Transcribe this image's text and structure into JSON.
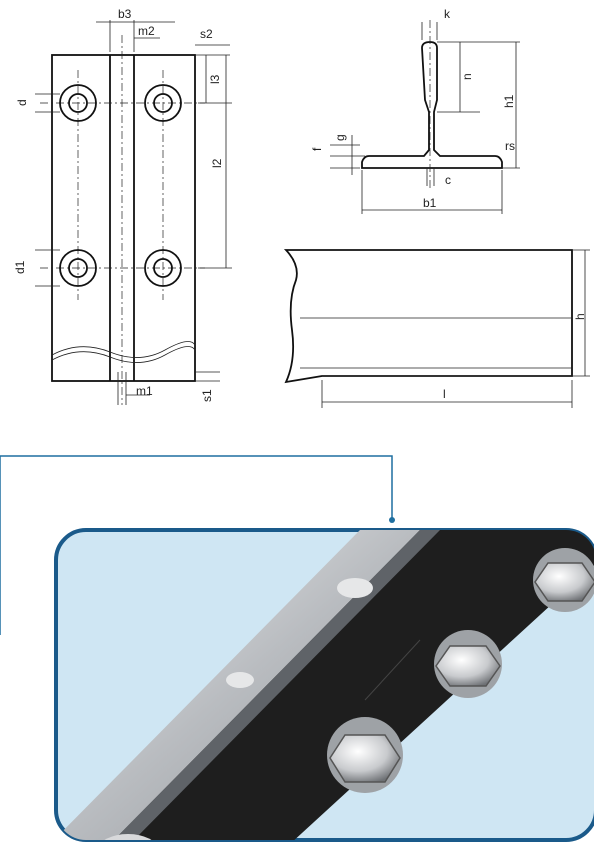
{
  "labels": {
    "b3": "b3",
    "m2": "m2",
    "s2": "s2",
    "l3": "l3",
    "d": "d",
    "l2": "l2",
    "d1": "d1",
    "m1": "m1",
    "s1": "s1",
    "k": "k",
    "n": "n",
    "h1": "h1",
    "f": "f",
    "g": "g",
    "rs": "rs",
    "c": "c",
    "b1": "b1",
    "h": "h",
    "l": "l"
  },
  "colors": {
    "line": "#111111",
    "callout": "#1f6fa0",
    "photo_frame": "#1a5a8a",
    "photo_bg": "#cfe6f3",
    "rail_dark": "#1e1e1e",
    "rail_steel": "#c9ccd0"
  },
  "photo": {
    "subject": "steel guide rail with fishplate and bolts"
  }
}
